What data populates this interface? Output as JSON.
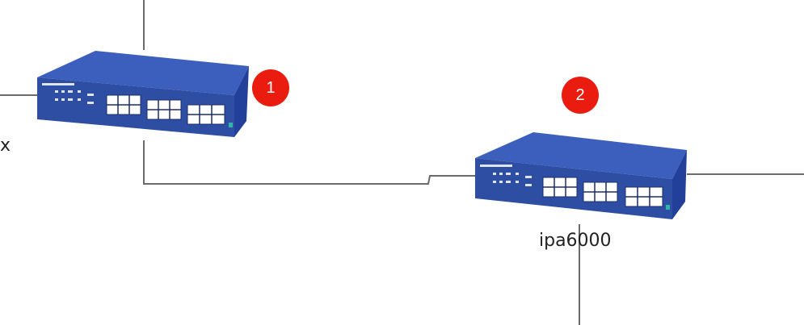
{
  "diagram": {
    "nodes": [
      {
        "id": "switch-1",
        "label": "",
        "badge": "1"
      },
      {
        "id": "switch-2",
        "label": "ipa6000",
        "badge": "2"
      }
    ],
    "partial_labels": [
      {
        "text": "x"
      }
    ],
    "colors": {
      "line": "#6b6b6b",
      "switch_body": "#2e4ea3",
      "switch_top": "#3c5fbd",
      "badge": "#ea1c10"
    }
  }
}
